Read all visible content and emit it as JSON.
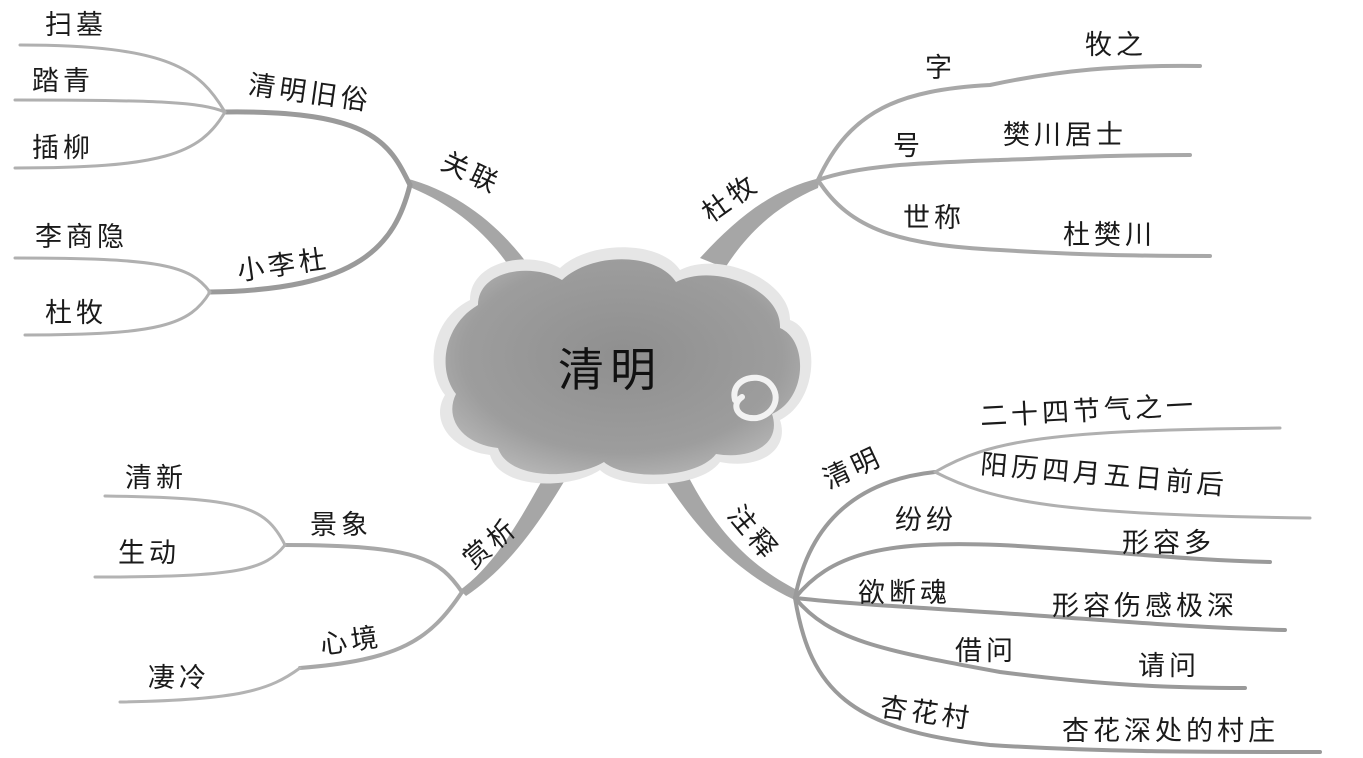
{
  "center": "清明",
  "branches": {
    "guanlian": {
      "label": "关联",
      "children": {
        "qingming_jiusu": {
          "label": "清明旧俗",
          "items": [
            "扫墓",
            "踏青",
            "插柳"
          ]
        },
        "xiao_li_du": {
          "label": "小李杜",
          "items": [
            "李商隐",
            "杜牧"
          ]
        }
      }
    },
    "du_mu": {
      "label": "杜牧",
      "rows": [
        {
          "key": "字",
          "value": "牧之"
        },
        {
          "key": "号",
          "value": "樊川居士"
        },
        {
          "key": "世称",
          "value": "杜樊川"
        }
      ]
    },
    "shangxi": {
      "label": "赏析",
      "children": {
        "jingxiang": {
          "label": "景象",
          "items": [
            "清新",
            "生动"
          ]
        },
        "xinjing": {
          "label": "心境",
          "items": [
            "凄冷"
          ]
        }
      }
    },
    "zhushi": {
      "label": "注释",
      "qingming": {
        "key": "清明",
        "values": [
          "二十四节气之一",
          "阳历四月五日前后"
        ]
      },
      "rows": [
        {
          "key": "纷纷",
          "value": "形容多"
        },
        {
          "key": "欲断魂",
          "value": "形容伤感极深"
        },
        {
          "key": "借问",
          "value": "请问"
        },
        {
          "key": "杏花村",
          "value": "杏花深处的村庄"
        }
      ]
    }
  },
  "colors": {
    "branch": "#a3a3a3",
    "line": "#9a9a9a",
    "cloud": "#9b9b9b",
    "text": "#1a1a1a"
  }
}
